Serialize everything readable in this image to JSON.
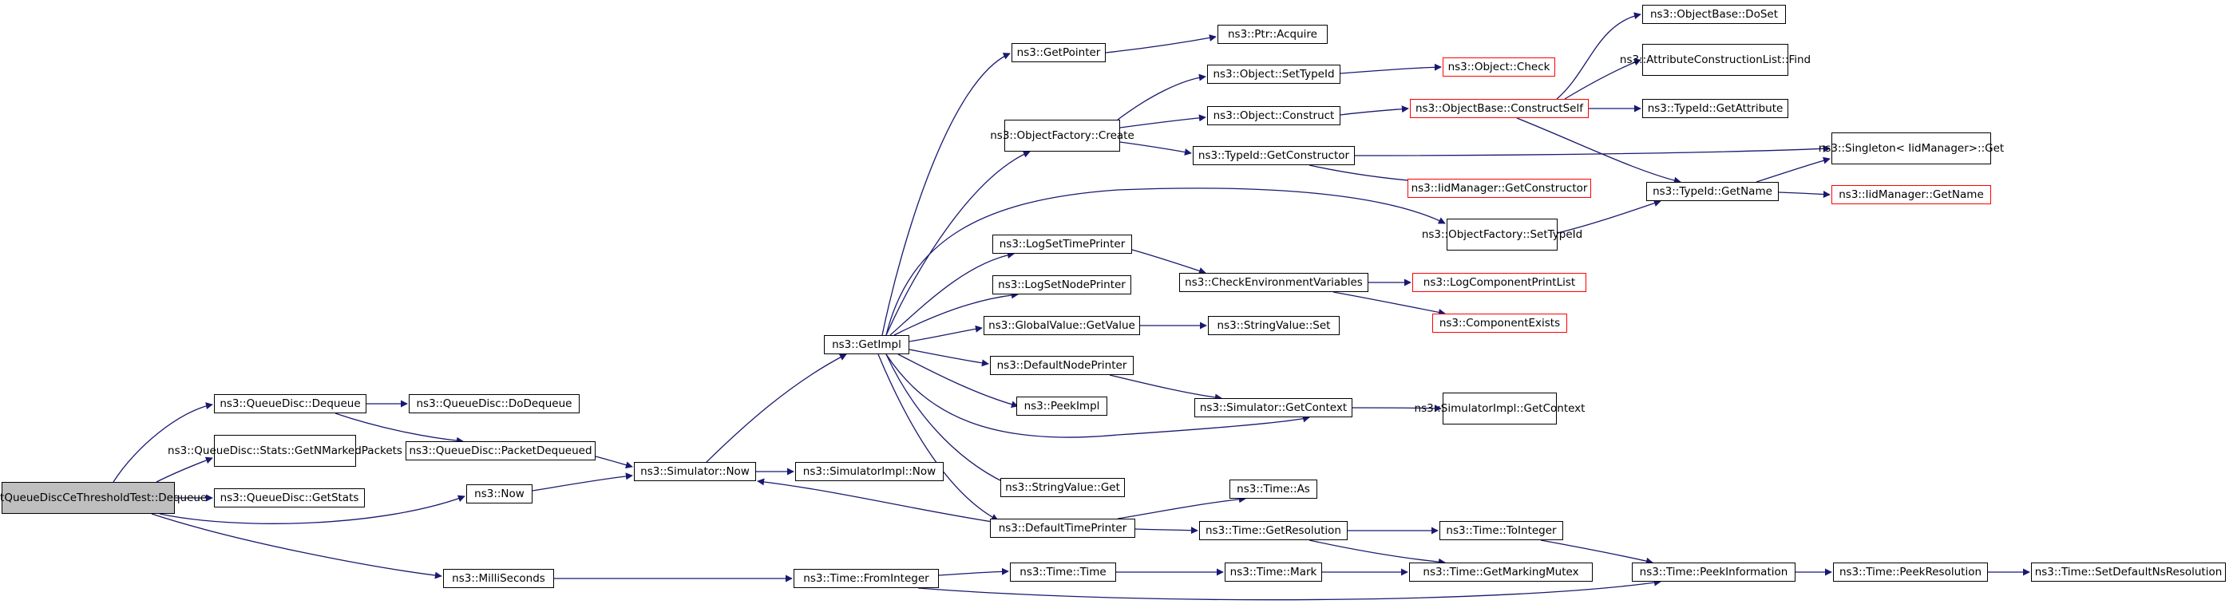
{
  "colors": {
    "edge": "#191970",
    "node_border": "#000000",
    "external_border": "#ff0000",
    "root_fill": "#bfbfbf"
  },
  "nodes": {
    "root": [
      "CobaltQueueDiscCeThreshold",
      "Test::Dequeue"
    ],
    "qd_dequeue": [
      "ns3::QueueDisc::Dequeue"
    ],
    "qd_dodequeue": [
      "ns3::QueueDisc::DoDequeue"
    ],
    "qd_packetdequeued": [
      "ns3::QueueDisc::PacketDequeued"
    ],
    "qd_stats_marked": [
      "ns3::QueueDisc::Stats",
      "::GetNMarkedPackets"
    ],
    "qd_getstats": [
      "ns3::QueueDisc::GetStats"
    ],
    "now": [
      "ns3::Now"
    ],
    "milliseconds": [
      "ns3::MilliSeconds"
    ],
    "sim_now": [
      "ns3::Simulator::Now"
    ],
    "simimpl_now": [
      "ns3::SimulatorImpl::Now"
    ],
    "time_fromint": [
      "ns3::Time::FromInteger"
    ],
    "getimpl": [
      "ns3::GetImpl"
    ],
    "getpointer": [
      "ns3::GetPointer"
    ],
    "objfactory_create": [
      "ns3::ObjectFactory",
      "::Create"
    ],
    "logsettimeprinter": [
      "ns3::LogSetTimePrinter"
    ],
    "logsetnodeprinter": [
      "ns3::LogSetNodePrinter"
    ],
    "gv_getvalue": [
      "ns3::GlobalValue::GetValue"
    ],
    "defaultnodeprinter": [
      "ns3::DefaultNodePrinter"
    ],
    "peekimpl": [
      "ns3::PeekImpl"
    ],
    "sv_get": [
      "ns3::StringValue::Get"
    ],
    "defaulttimeprinter": [
      "ns3::DefaultTimePrinter"
    ],
    "time_time": [
      "ns3::Time::Time"
    ],
    "ptr_acquire": [
      "ns3::Ptr::Acquire"
    ],
    "obj_settypeid": [
      "ns3::Object::SetTypeId"
    ],
    "obj_construct": [
      "ns3::Object::Construct"
    ],
    "typeid_getctor": [
      "ns3::TypeId::GetConstructor"
    ],
    "of_settypeid": [
      "ns3::ObjectFactory",
      "::SetTypeId"
    ],
    "checkenv": [
      "ns3::CheckEnvironmentVariables"
    ],
    "sv_set": [
      "ns3::StringValue::Set"
    ],
    "sim_getcontext": [
      "ns3::Simulator::GetContext"
    ],
    "time_as": [
      "ns3::Time::As"
    ],
    "time_getres": [
      "ns3::Time::GetResolution"
    ],
    "time_mark": [
      "ns3::Time::Mark"
    ],
    "obj_check": [
      "ns3::Object::Check"
    ],
    "objbase_constructself": [
      "ns3::ObjectBase::ConstructSelf"
    ],
    "iid_getctor": [
      "ns3::IidManager::GetConstructor"
    ],
    "logcomplist": [
      "ns3::LogComponentPrintList"
    ],
    "compexists": [
      "ns3::ComponentExists"
    ],
    "simimpl_getcontext": [
      "ns3::SimulatorImpl",
      "::GetContext"
    ],
    "time_tointeger": [
      "ns3::Time::ToInteger"
    ],
    "time_getmarkmutex": [
      "ns3::Time::GetMarkingMutex"
    ],
    "objbase_doset": [
      "ns3::ObjectBase::DoSet"
    ],
    "attrconst_find": [
      "ns3::AttributeConstruction",
      "List::Find"
    ],
    "typeid_getattr": [
      "ns3::TypeId::GetAttribute"
    ],
    "typeid_getname": [
      "ns3::TypeId::GetName"
    ],
    "time_peekinfo": [
      "ns3::Time::PeekInformation"
    ],
    "singleton_get": [
      "ns3::Singleton< IidManager",
      " >::Get"
    ],
    "iid_getname": [
      "ns3::IidManager::GetName"
    ],
    "time_peekres": [
      "ns3::Time::PeekResolution"
    ],
    "time_setdefaultns": [
      "ns3::Time::SetDefaultNsResolution"
    ]
  }
}
